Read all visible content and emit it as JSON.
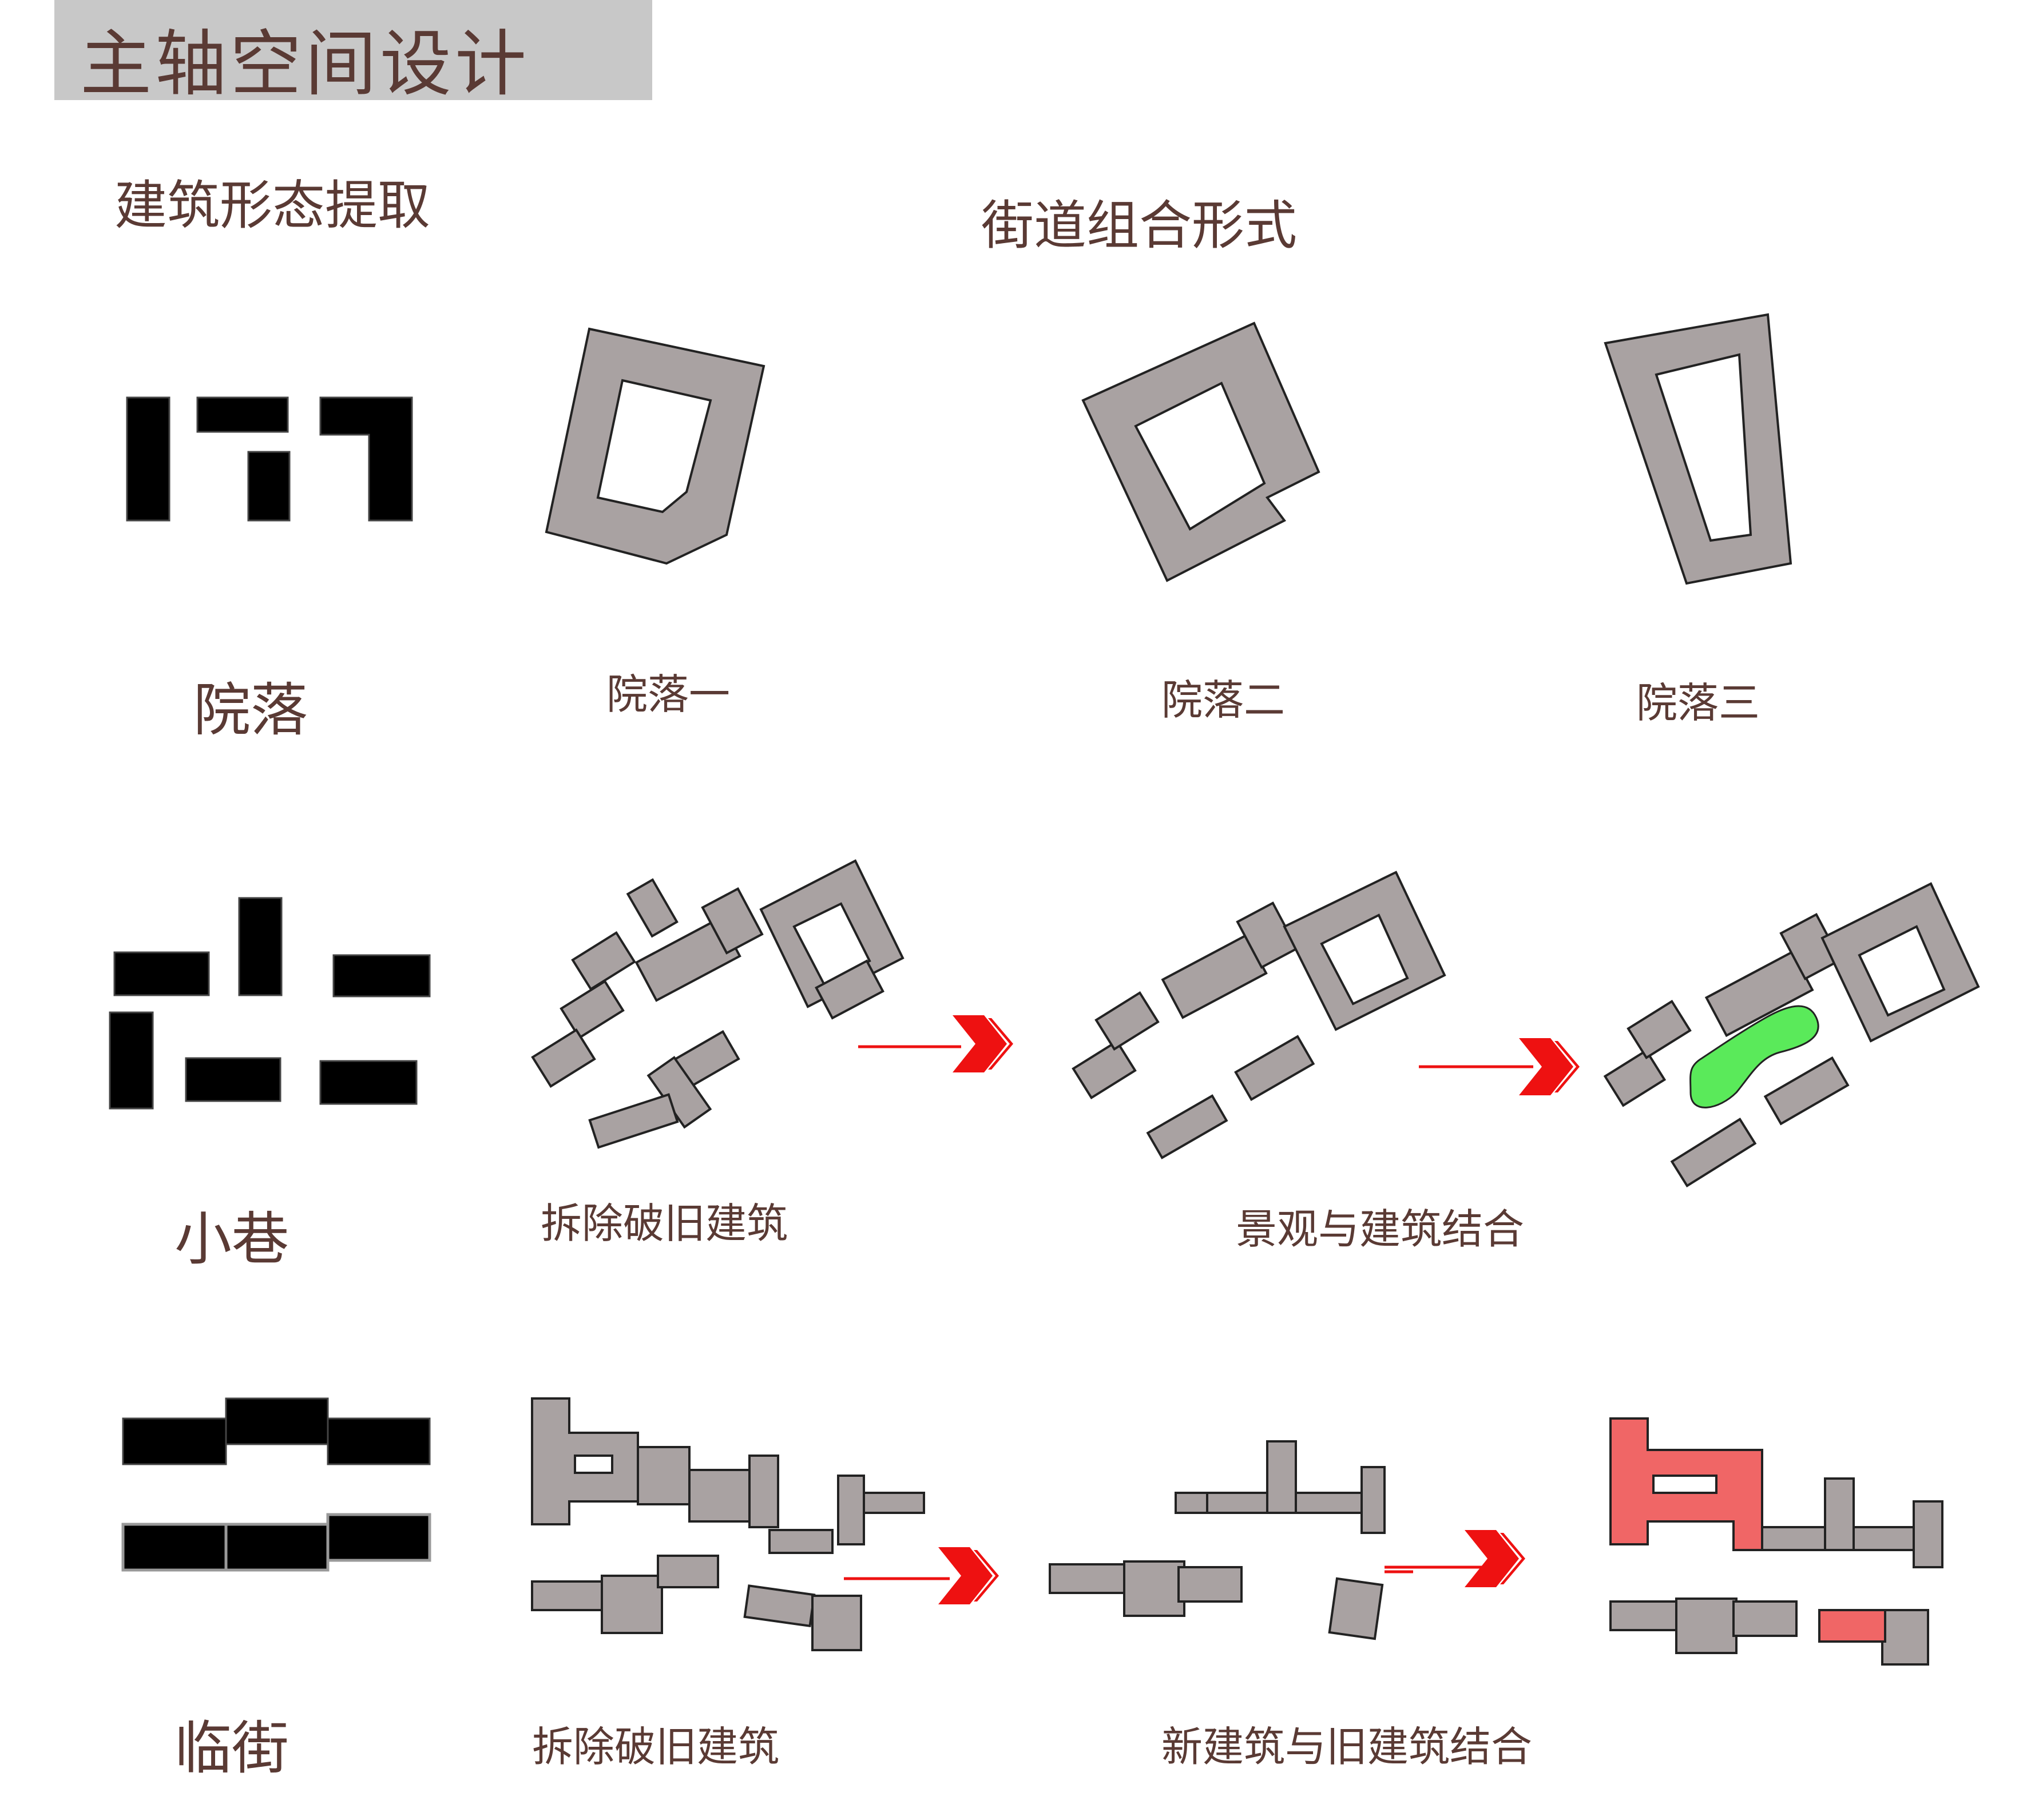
{
  "title": "主轴空间设计",
  "headings": {
    "left": "建筑形态提取",
    "right": "街道组合形式"
  },
  "rows": [
    {
      "name": "院落",
      "captions": [
        "院落一",
        "院落二",
        "院落三"
      ]
    },
    {
      "name": "小巷",
      "captions": [
        "拆除破旧建筑",
        "景观与建筑结合"
      ]
    },
    {
      "name": "临街",
      "captions": [
        "拆除破旧建筑",
        "新建筑与旧建筑结合"
      ]
    }
  ],
  "colors": {
    "title_bg": "#c8c8c8",
    "text": "#5a3a34",
    "solid": "#000000",
    "building": "#a9a2a2",
    "arrow": "#ee1111",
    "landscape": "#5aea5a",
    "new_building": "#f06666"
  }
}
